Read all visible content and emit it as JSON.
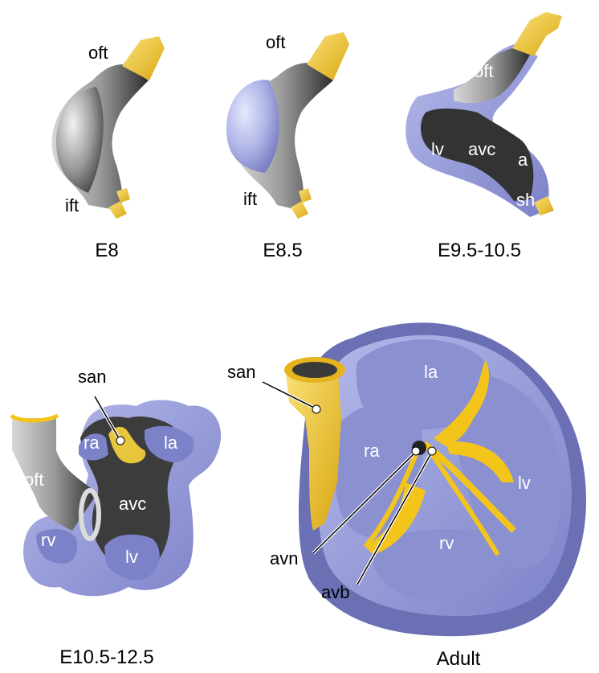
{
  "colors": {
    "gray_tube": "#8f8f8f",
    "dark_tube": "#3a3a3a",
    "blue_chamber": "#9aa0d9",
    "blue_dark": "#6e74b8",
    "yellow_conduction": "#f3c51b"
  },
  "panels": {
    "e8": {
      "caption": "E8",
      "label_oft": "oft",
      "label_ift": "ift"
    },
    "e85": {
      "caption": "E8.5",
      "label_oft": "oft",
      "label_ift": "ift"
    },
    "e95": {
      "caption": "E9.5-10.5",
      "label_oft": "oft",
      "label_lv": "lv",
      "label_avc": "avc",
      "label_a": "a",
      "label_sh": "sh"
    },
    "e105": {
      "caption": "E10.5-12.5",
      "label_san": "san",
      "label_oft": "oft",
      "label_ra": "ra",
      "label_la": "la",
      "label_avc": "avc",
      "label_rv": "rv",
      "label_lv": "lv"
    },
    "adult": {
      "caption": "Adult",
      "label_san": "san",
      "label_la": "la",
      "label_ra": "ra",
      "label_lv": "lv",
      "label_rv": "rv",
      "label_avn": "avn",
      "label_avb": "avb"
    }
  }
}
